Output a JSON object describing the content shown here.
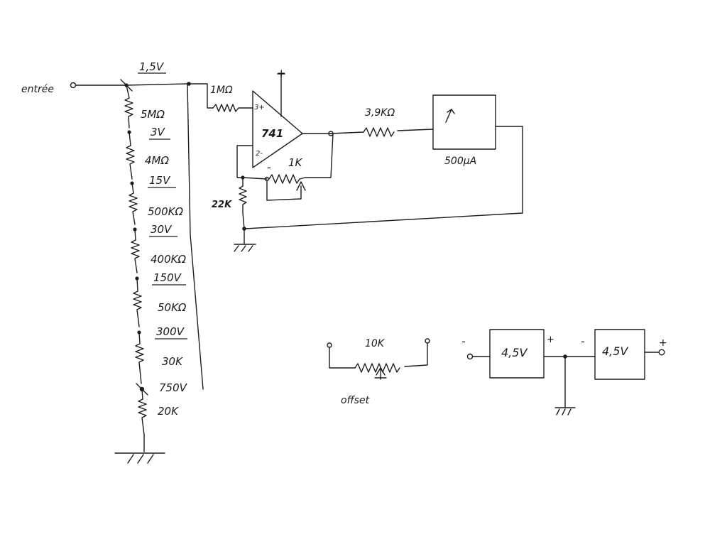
{
  "labels": {
    "input": "entrée",
    "range_1_5v": "1,5V",
    "r_5m": "5MΩ",
    "range_3v": "3V",
    "r_4m": "4MΩ",
    "range_15v": "15V",
    "r_500k": "500KΩ",
    "range_30v": "30V",
    "r_400k": "400KΩ",
    "range_150v": "150V",
    "r_50k": "50KΩ",
    "range_300v": "300V",
    "r_30k": "30K",
    "range_750v": "750V",
    "r_20k": "20K",
    "r_1m": "1MΩ",
    "opamp_plus_pin": "3+",
    "opamp_minus_pin": "2-",
    "opamp": "741",
    "minus_sign": "-",
    "plus_supply": "+",
    "pot_1k": "1K",
    "r_22k": "22K",
    "r_3_9k": "3,9KΩ",
    "meter_range": "500µA",
    "pot_10k": "10K",
    "offset": "offset",
    "battery_1": "4,5V",
    "battery_2": "4,5V",
    "bat_minus_left": "-",
    "bat_plus_mid": "+",
    "bat_minus_mid": "-",
    "bat_plus_right": "+"
  }
}
